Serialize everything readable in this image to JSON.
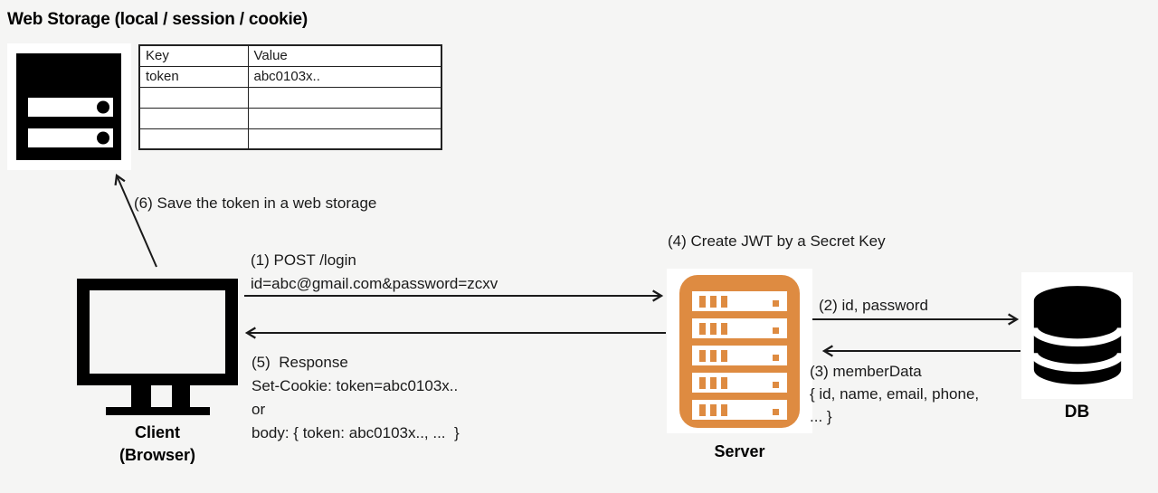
{
  "title": "Web Storage (local / session / cookie)",
  "storage_table": {
    "headers": [
      "Key",
      "Value"
    ],
    "rows": [
      [
        "token",
        "abc0103x.."
      ],
      [
        "",
        ""
      ],
      [
        "",
        ""
      ],
      [
        "",
        ""
      ]
    ]
  },
  "nodes": {
    "client": {
      "label": "Client",
      "sublabel": "(Browser)"
    },
    "server": {
      "label": "Server"
    },
    "db": {
      "label": "DB"
    }
  },
  "annotations": {
    "step1": {
      "line1": "(1) POST /login",
      "line2": "id=abc@gmail.com&password=zcxv"
    },
    "step2": "(2) id, password",
    "step3": {
      "line1": "(3) memberData",
      "line2": "{ id, name, email, phone,",
      "line3": "... }"
    },
    "step4": "(4) Create JWT by a Secret Key",
    "step5": {
      "line1": "(5)  Response",
      "line2": "Set-Cookie: token=abc0103x..",
      "line3": "or",
      "line4": "body: { token: abc0103x.., ...  }"
    },
    "step6": "(6) Save the token in a web storage"
  },
  "colors": {
    "accent_orange": "#de8b41",
    "background": "#f5f5f4",
    "ink": "#1a1a1a"
  }
}
